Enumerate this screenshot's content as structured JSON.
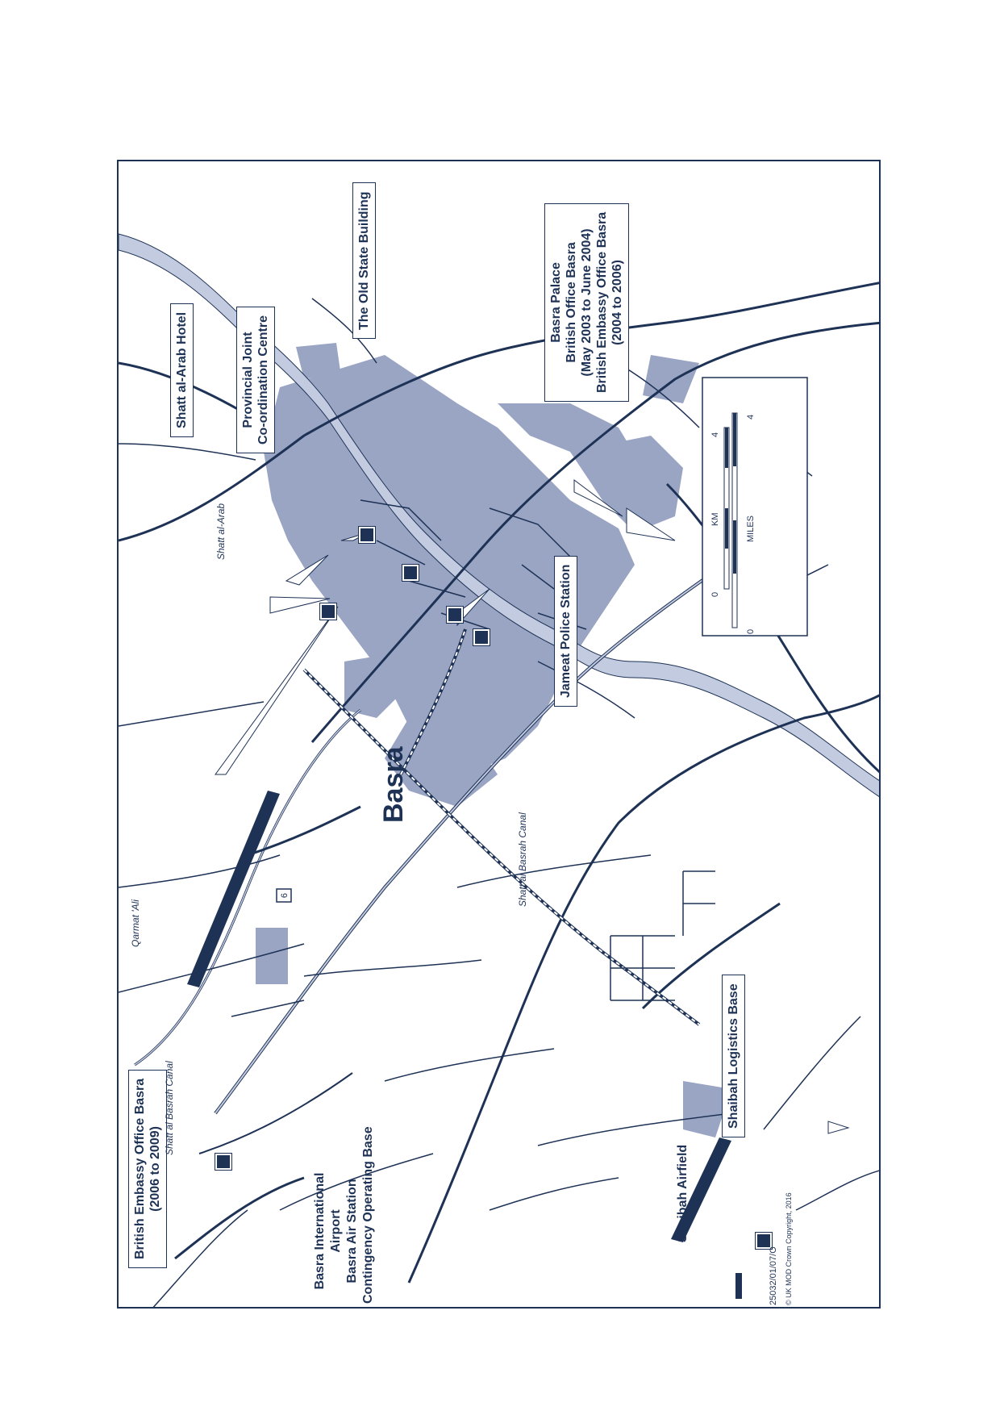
{
  "map": {
    "city_label": "Basra",
    "route_shield": "6",
    "waterways": {
      "shatt_al_arab": "Shatt al-Arab",
      "qarmat_ali": "Qarmat 'Ali",
      "shatt_al_basrah_canal_1": "Shatt al Basrah Canal",
      "shatt_al_basrah_canal_2": "Shatt al Basrah Canal"
    },
    "callouts": {
      "shatt_al_arab_hotel": "Shatt al-Arab Hotel",
      "pjcc_line1": "Provincial Joint",
      "pjcc_line2": "Co-ordination Centre",
      "old_state_building": "The Old State Building",
      "basra_palace_line1": "Basra Palace",
      "basra_palace_line2": "British Office Basra",
      "basra_palace_line3": "(May 2003 to June 2004)",
      "basra_palace_line4": "British Embassy Office Basra",
      "basra_palace_line5": "(2004 to 2006)",
      "jameat": "Jameat Police Station",
      "beob_line1": "British Embassy Office Basra",
      "beob_line2": "(2006  to  2009)",
      "shaibah_logistics": "Shaibah Logistics Base"
    },
    "areas": {
      "airport_line1": "Basra International",
      "airport_line2": "Airport",
      "airport_line3": "Basra Air Station",
      "airport_line4": "Contingency Operating Base",
      "shaibah_airfield": "Shaibah Airfield"
    },
    "scale": {
      "km_label": "KM",
      "miles_label": "MILES",
      "km_zero": "0",
      "km_max": "4",
      "miles_zero": "0",
      "miles_max": "4"
    },
    "reference": "25032/01/07/O",
    "copyright": "© UK MOD Crown Copyright, 2016",
    "colors": {
      "ink": "#1e3256",
      "built_up": "#9aa5c4",
      "water": "#c3cbe0"
    }
  }
}
